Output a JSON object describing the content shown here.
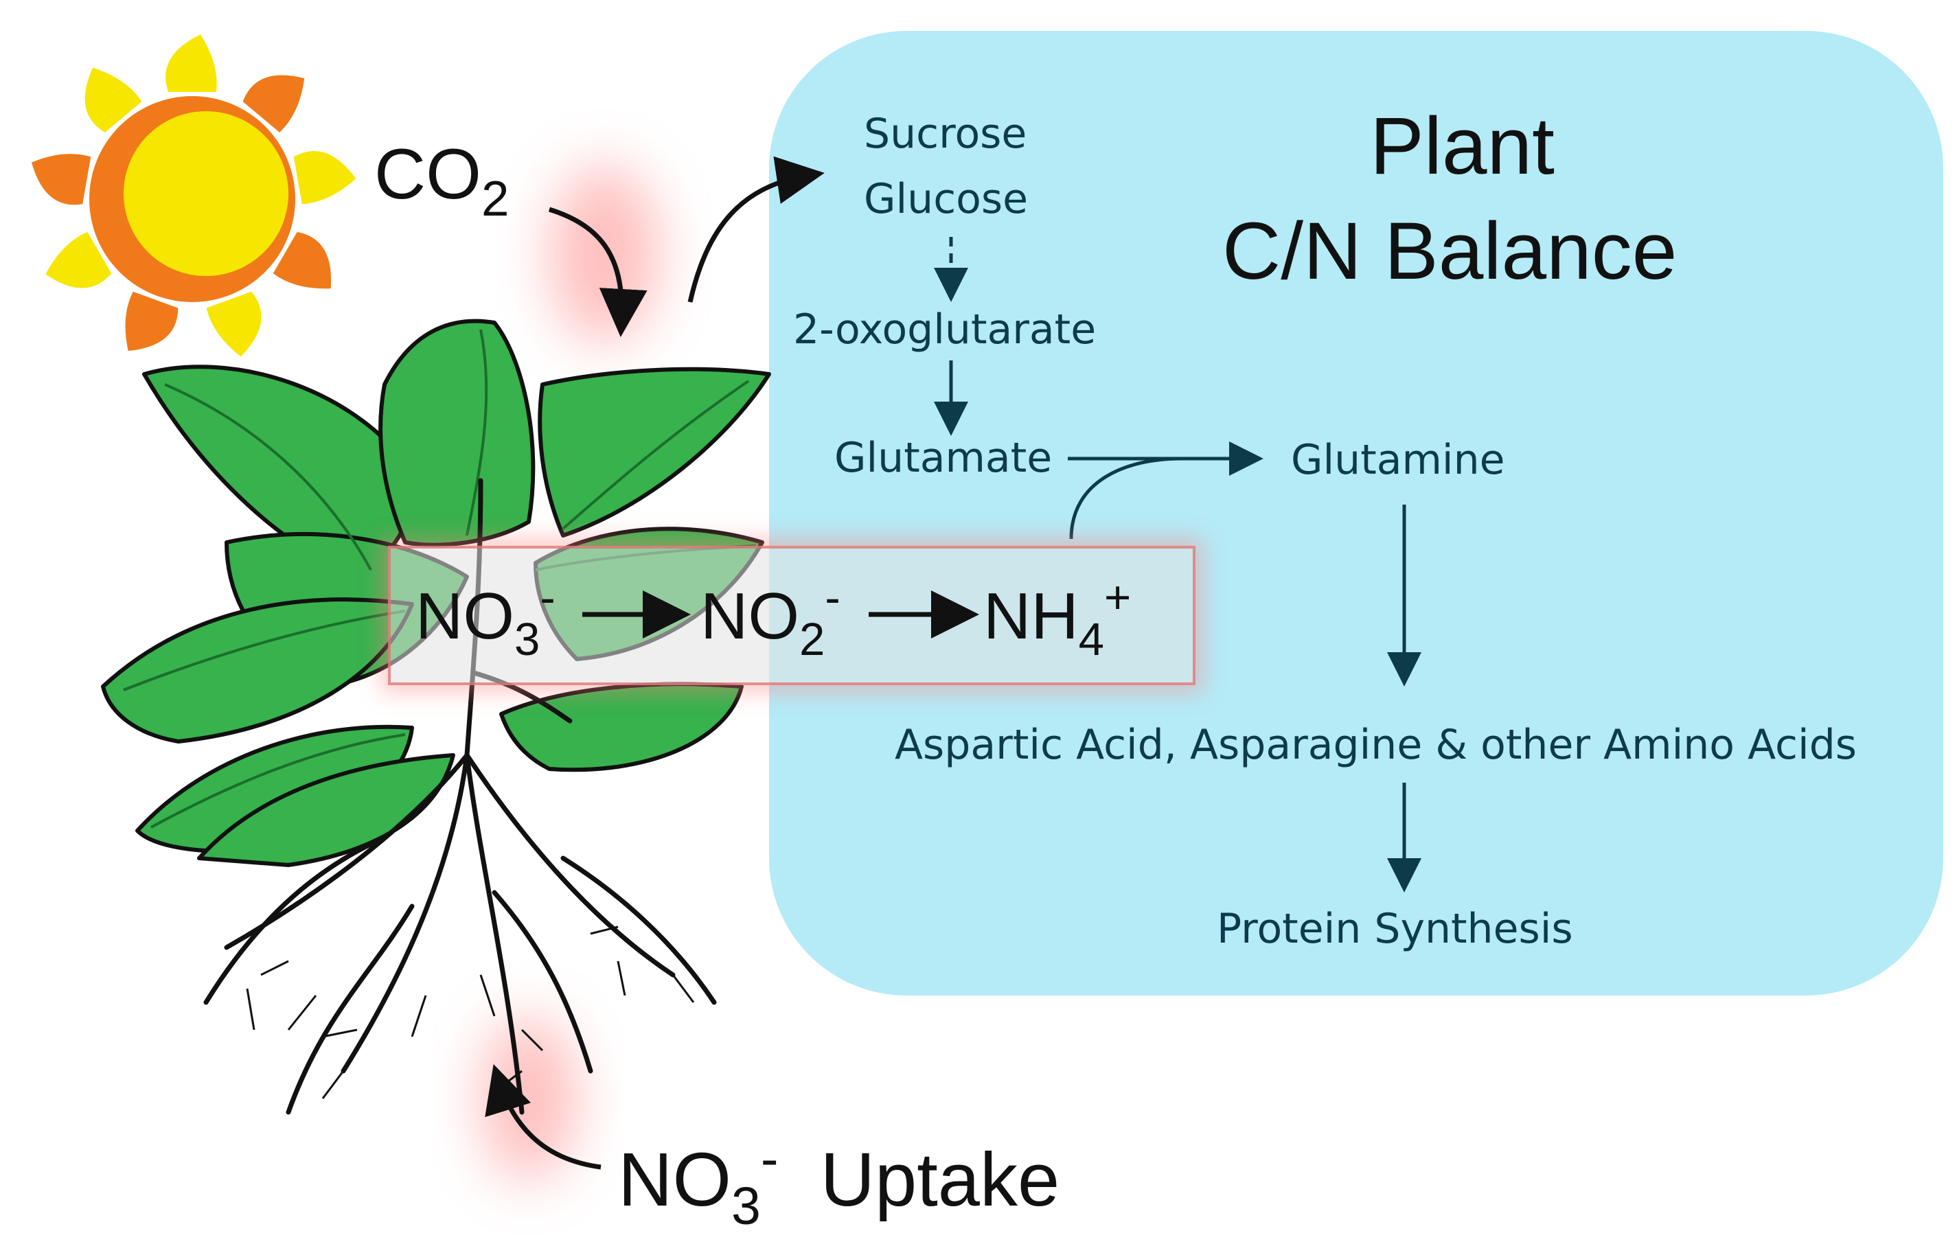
{
  "title": {
    "line1": "Plant",
    "line2": "C/N Balance"
  },
  "inputs": {
    "co2": {
      "base": "CO",
      "subscript": "2"
    },
    "uptake": {
      "base": "NO",
      "subscript": "3",
      "superscript": "-",
      "label": "Uptake"
    }
  },
  "reduction_chain": [
    {
      "base": "NO",
      "subscript": "3",
      "superscript": "-"
    },
    {
      "base": "NO",
      "subscript": "2",
      "superscript": "-"
    },
    {
      "base": "NH",
      "subscript": "4",
      "superscript": "+"
    }
  ],
  "pathway": {
    "sugar_1": "Sucrose",
    "sugar_2": "Glucose",
    "oxoglutarate": "2-oxoglutarate",
    "glutamate": "Glutamate",
    "glutamine": "Glutamine",
    "amino_acids": "Aspartic Acid, Asparagine & other Amino Acids",
    "protein": "Protein Synthesis"
  },
  "colors": {
    "panel": "#b4ebf7",
    "text": "#0d3b4a",
    "arrow": "#0d3b4a",
    "glow": "#ff8080",
    "leaf": "#37b24d",
    "leaf_dark": "#1b6e2c",
    "sun_outer": "#f07a1a",
    "sun_inner": "#f7e600"
  },
  "icons": [
    "sun-icon",
    "plant-illustration"
  ]
}
